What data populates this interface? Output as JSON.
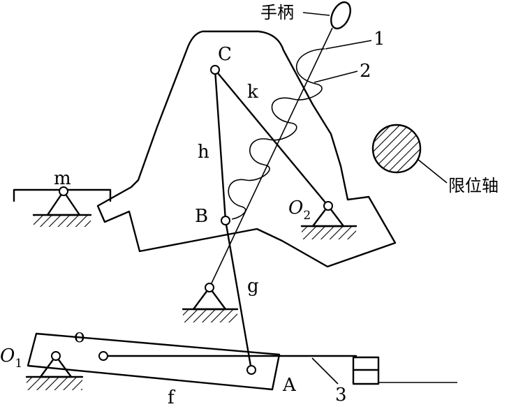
{
  "labels": {
    "handle": "手柄",
    "num1": "1",
    "num2": "2",
    "num3": "3",
    "C": "C",
    "k": "k",
    "h": "h",
    "B": "B",
    "m": "m",
    "O2": "O",
    "O2_sub": "2",
    "g": "g",
    "o": "o",
    "O1": "O",
    "O1_sub": "1",
    "A": "A",
    "f": "f",
    "limit_shaft": "限位轴"
  }
}
